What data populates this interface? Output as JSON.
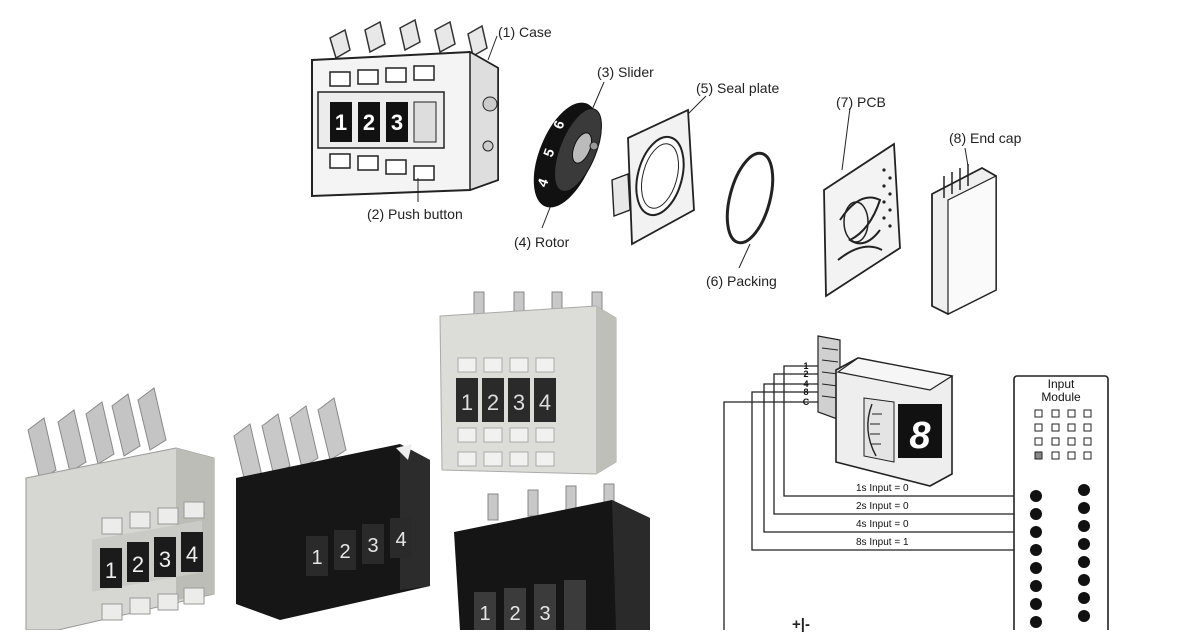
{
  "exploded_view": {
    "parts": [
      {
        "id": "case",
        "label": "(1) Case"
      },
      {
        "id": "push_button",
        "label": "(2) Push button"
      },
      {
        "id": "slider",
        "label": "(3) Slider"
      },
      {
        "id": "rotor",
        "label": "(4) Rotor"
      },
      {
        "id": "seal_plate",
        "label": "(5) Seal plate"
      },
      {
        "id": "packing",
        "label": "(6) Packing"
      },
      {
        "id": "pcb",
        "label": "(7) PCB"
      },
      {
        "id": "end_cap",
        "label": "(8) End cap"
      }
    ],
    "case_digits": [
      "1",
      "2",
      "3"
    ],
    "rotor_digits": [
      "4",
      "5",
      "6"
    ]
  },
  "photos": {
    "gray_switch_digits": [
      "1",
      "2",
      "3",
      "4"
    ],
    "black_switch_digits": [
      "1",
      "2",
      "3",
      "4"
    ],
    "top_switch_digits": [
      "1",
      "2",
      "3",
      "4"
    ],
    "front_switch_digits": [
      "1",
      "2",
      "3"
    ]
  },
  "wiring": {
    "pin_labels": [
      "1",
      "2",
      "4",
      "8",
      "C"
    ],
    "display_digit": "8",
    "module_title_line1": "Input",
    "module_title_line2": "Module",
    "inputs": [
      {
        "label": "1s Input = 0"
      },
      {
        "label": "2s Input = 0"
      },
      {
        "label": "4s Input = 0"
      },
      {
        "label": "8s Input = 1"
      }
    ],
    "bottom_text": "+|-"
  },
  "colors": {
    "line": "#222222",
    "gray_body": "#d4d4d0",
    "black_body": "#1a1a1a",
    "terminal": "#b9b9b9"
  }
}
